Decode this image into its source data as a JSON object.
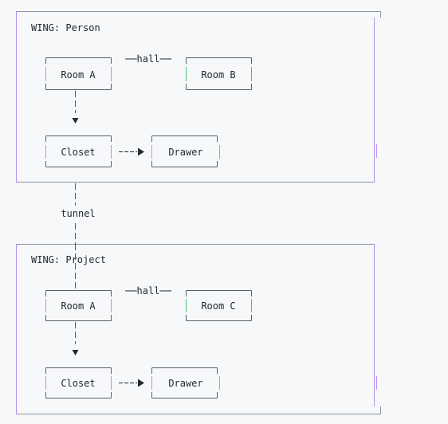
{
  "wings": [
    {
      "label": "WING: Person",
      "rooms": {
        "a": "Room A",
        "b": "Room B",
        "closet": "Closet",
        "drawer": "Drawer"
      },
      "hall_label": "──hall──"
    },
    {
      "label": "WING: Project",
      "rooms": {
        "a": "Room A",
        "b": "Room C",
        "closet": "Closet",
        "drawer": "Drawer"
      },
      "hall_label": "──hall──"
    }
  ],
  "tunnel_label": "tunnel",
  "colors": {
    "background": "#f6f8fa",
    "frame": "#57606a",
    "frame_accent_purple": "#8250df",
    "frame_accent_green": "#2da44e",
    "tunnel_line": "#cf222e",
    "arrow": "#24292f",
    "text": "#24292f"
  }
}
